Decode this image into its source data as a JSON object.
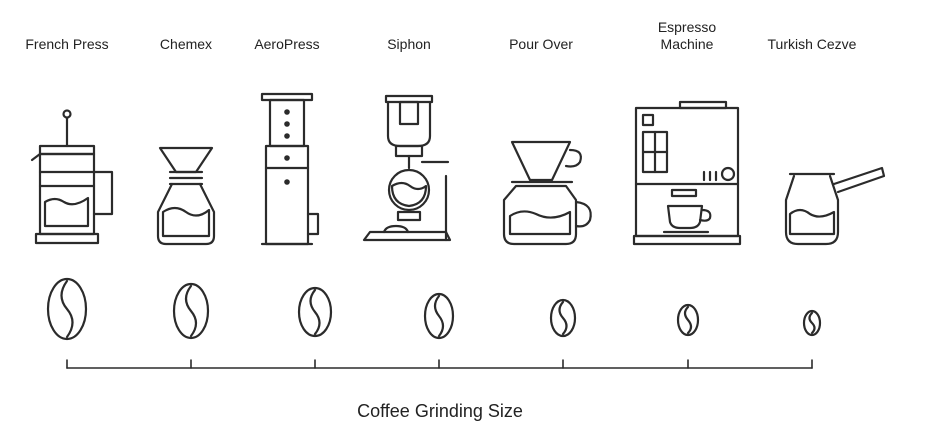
{
  "diagram": {
    "title": "Coffee Grinding Size",
    "methods": [
      {
        "label": "French Press",
        "icon": "french-press-icon",
        "grind": "coarse-grind-bean-icon"
      },
      {
        "label": "Chemex",
        "icon": "chemex-icon",
        "grind": "medium-coarse-grind-bean-icon"
      },
      {
        "label": "AeroPress",
        "icon": "aeropress-icon",
        "grind": "medium-grind-bean-icon"
      },
      {
        "label": "Siphon",
        "icon": "siphon-icon",
        "grind": "medium-fine-grind-bean-icon"
      },
      {
        "label": "Pour Over",
        "icon": "pour-over-icon",
        "grind": "fine-grind-bean-icon"
      },
      {
        "label_line1": "Espresso",
        "label_line2": "Machine",
        "icon": "espresso-machine-icon",
        "grind": "extra-fine-grind-bean-icon"
      },
      {
        "label": "Turkish Cezve",
        "icon": "turkish-cezve-icon",
        "grind": "powder-grind-bean-icon"
      }
    ],
    "colors": {
      "stroke": "#2b2b2b",
      "background": "#ffffff"
    }
  }
}
